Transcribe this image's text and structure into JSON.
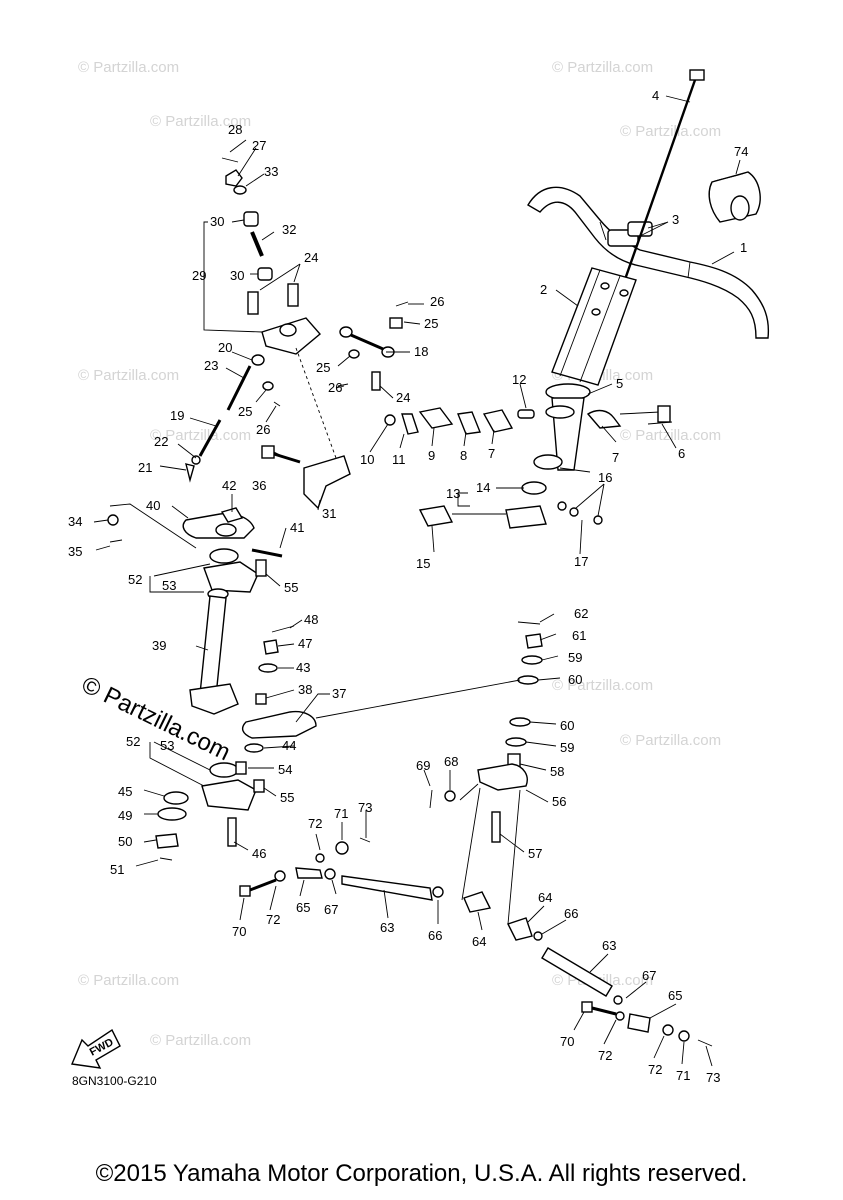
{
  "diagram": {
    "code": "8GN3100-G210",
    "copyright": "©2015 Yamaha Motor Corporation, U.S.A. All rights reserved.",
    "watermark": "© Partzilla.com",
    "fwd_label": "FWD",
    "callouts": {
      "c1": "1",
      "c2": "2",
      "c3": "3",
      "c4": "4",
      "c5": "5",
      "c6": "6",
      "c7a": "7",
      "c7b": "7",
      "c8": "8",
      "c9": "9",
      "c10": "10",
      "c11": "11",
      "c12": "12",
      "c13": "13",
      "c14": "14",
      "c15": "15",
      "c16": "16",
      "c17": "17",
      "c18": "18",
      "c19": "19",
      "c20": "20",
      "c21": "21",
      "c22": "22",
      "c23": "23",
      "c24a": "24",
      "c24b": "24",
      "c25a": "25",
      "c25b": "25",
      "c25c": "25",
      "c26a": "26",
      "c26b": "26",
      "c26c": "26",
      "c27": "27",
      "c28": "28",
      "c29": "29",
      "c30a": "30",
      "c30b": "30",
      "c31": "31",
      "c32": "32",
      "c33": "33",
      "c34": "34",
      "c35": "35",
      "c36": "36",
      "c37": "37",
      "c38": "38",
      "c39": "39",
      "c40": "40",
      "c41": "41",
      "c42": "42",
      "c43": "43",
      "c44": "44",
      "c45": "45",
      "c46": "46",
      "c47": "47",
      "c48": "48",
      "c49": "49",
      "c50": "50",
      "c51": "51",
      "c52a": "52",
      "c52b": "52",
      "c53a": "53",
      "c53b": "53",
      "c54": "54",
      "c55a": "55",
      "c55b": "55",
      "c56": "56",
      "c57": "57",
      "c58": "58",
      "c59a": "59",
      "c59b": "59",
      "c60a": "60",
      "c60b": "60",
      "c61": "61",
      "c62": "62",
      "c63a": "63",
      "c63b": "63",
      "c64a": "64",
      "c64b": "64",
      "c65a": "65",
      "c65b": "65",
      "c66a": "66",
      "c66b": "66",
      "c67a": "67",
      "c67b": "67",
      "c68": "68",
      "c69": "69",
      "c70a": "70",
      "c70b": "70",
      "c71a": "71",
      "c71b": "71",
      "c72a": "72",
      "c72b": "72",
      "c72c": "72",
      "c72d": "72",
      "c73a": "73",
      "c73b": "73",
      "c74": "74"
    }
  }
}
